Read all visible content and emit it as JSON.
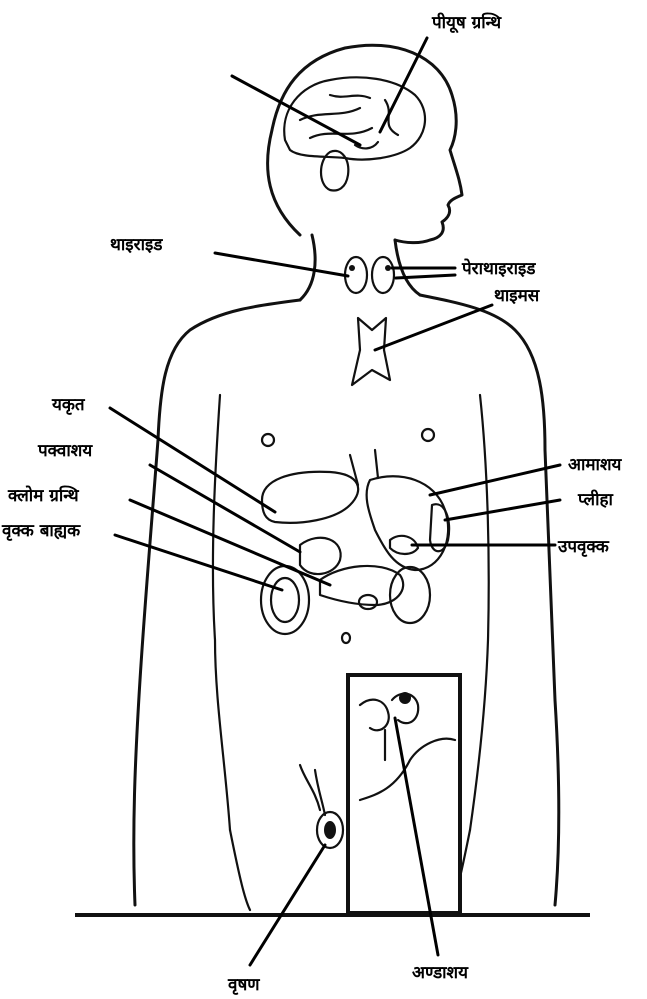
{
  "labels": {
    "pituitary": "पीयूष ग्रन्थि",
    "thyroid": "थाइराइड",
    "parathyroid": "पेराथाइराइड",
    "thymus": "थाइमस",
    "liver": "यकृत",
    "duodenum": "पक्वाशय",
    "pancreas": "क्लोम ग्रन्थि",
    "kidney": "वृक्क बाह्यक",
    "stomach": "आमाशय",
    "spleen": "प्लीहा",
    "adrenal": "उपवृक्क",
    "testis": "वृषण",
    "ovary": "अण्डाशय"
  }
}
